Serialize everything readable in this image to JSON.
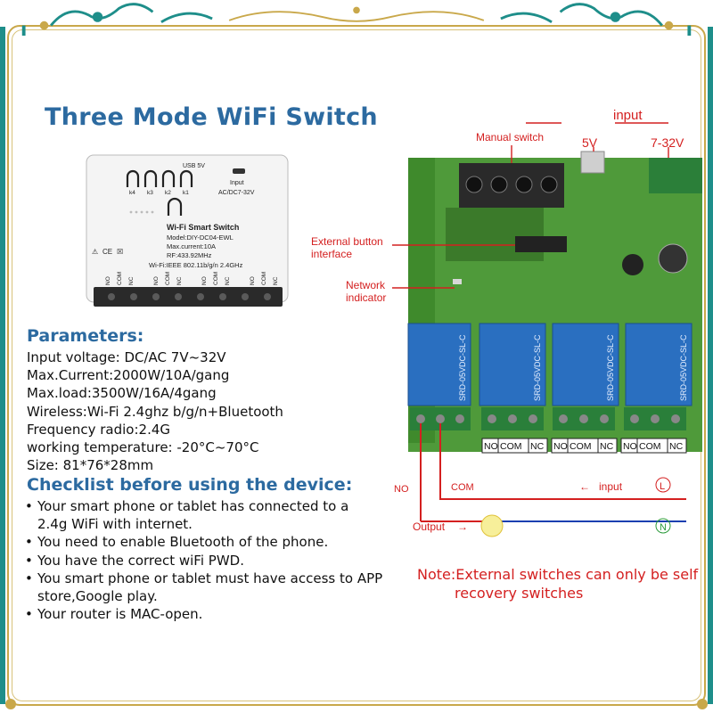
{
  "title": "Three Mode WiFi Switch",
  "device": {
    "usb_label": "USB 5V",
    "input_label": "Input",
    "input_value": "AC/DC7-32V",
    "key_labels": [
      "k4",
      "k3",
      "k2",
      "k1"
    ],
    "name": "Wi-Fi Smart Switch",
    "model": "Model:DIY-DC04-EWL",
    "current": "Max.current:10A",
    "rf": "RF:433.92MHz",
    "wifi": "Wi-Fi:IEEE 802.11b/g/n 2.4GHz",
    "terminal_labels": [
      "NO",
      "COM",
      "NC"
    ]
  },
  "parameters": {
    "heading": "Parameters:",
    "items": [
      "Input voltage: DC/AC 7V~32V",
      "Max.Current:2000W/10A/gang",
      "Max.load:3500W/16A/4gang",
      "Wireless:Wi-Fi 2.4ghz b/g/n+Bluetooth",
      "Frequency radio:2.4G",
      "working temperature: -20°C~70°C",
      "Size: 81*76*28mm"
    ]
  },
  "checklist": {
    "heading": "Checklist before using the device:",
    "items": [
      {
        "line1": "Your smart phone or tablet has connected to a",
        "line2": "2.4g WiFi with internet."
      },
      {
        "line1": "You need to enable Bluetooth of the phone.",
        "line2": ""
      },
      {
        "line1": "You have the correct wiFi PWD.",
        "line2": ""
      },
      {
        "line1": "You smart phone or tablet must have access to APP",
        "line2": "store,Google play."
      },
      {
        "line1": "Your router is MAC-open.",
        "line2": ""
      }
    ]
  },
  "board": {
    "input_label": "input",
    "manual_switch": "Manual switch",
    "v5": "5V",
    "v732": "7-32V",
    "ext_button_1": "External button",
    "ext_button_2": "interface",
    "network_1": "Network",
    "network_2": "indicator",
    "relay_text": "SRD-05VDC-SL-C",
    "terminal_groups": [
      "NO",
      "COM",
      "NC"
    ],
    "no_label": "NO",
    "com_label": "COM",
    "input_arrow_label": "input",
    "L": "L",
    "N": "N",
    "output_label": "Output"
  },
  "note": {
    "line1": "Note:External switches can only be self",
    "line2": "recovery switches"
  },
  "colors": {
    "title_blue": "#2c6aa0",
    "red": "#d42020",
    "green_pcb": "#4f9a3a",
    "relay_blue": "#2a6fc0",
    "frame_gold": "#c9a84a"
  }
}
